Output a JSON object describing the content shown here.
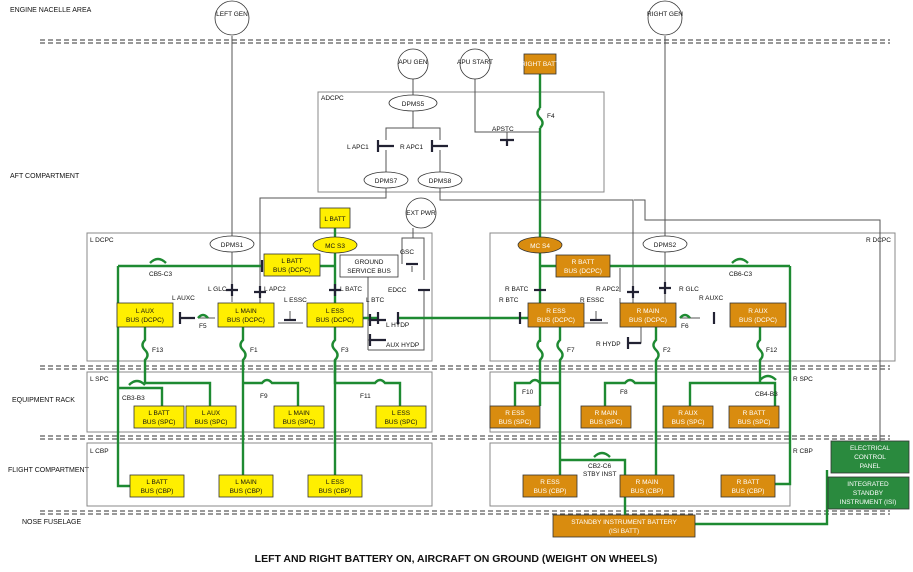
{
  "areas": [
    "ENGINE NACELLE AREA",
    "AFT COMPARTMENT",
    "EQUIPMENT RACK",
    "FLIGHT COMPARTMENT",
    "NOSE FUSELAGE"
  ],
  "sources": {
    "left_gen": "LEFT GEN",
    "right_gen": "RIGHT GEN",
    "apu_gen": "APU GEN",
    "apu_start": "APU START",
    "ext_pwr": "EXT PWR",
    "right_batt": "RIGHT BATT",
    "l_batt": "L BATT"
  },
  "panels": {
    "adcpc": "ADCPC",
    "l_dcpc": "L DCPC",
    "r_dcpc": "R DCPC",
    "l_spc": "L SPC",
    "r_spc": "R SPC",
    "l_cbp": "L CBP",
    "r_cbp": "R CBP"
  },
  "controllers": {
    "dpms5": "DPMS5",
    "dpms7": "DPMS7",
    "dpms8": "DPMS8",
    "dpms1": "DPMS1",
    "dpms2": "DPMS2",
    "mcs3": "MC S3",
    "mcs4": "MC S4"
  },
  "contactors": {
    "l_apc1": "L APC1",
    "r_apc1": "R APC1",
    "apstc": "APSTC",
    "l_glc": "L GLC",
    "l_apc2": "L APC2",
    "l_batc": "L BATC",
    "gsc": "GSC",
    "edcc": "EDCC",
    "l_btc": "L BTC",
    "l_auxc": "L AUXC",
    "l_essc": "L ESSC",
    "l_hydp": "L HYDP",
    "aux_hydp": "AUX HYDP",
    "r_batc": "R BATC",
    "r_btc": "R BTC",
    "r_essc": "R ESSC",
    "r_apc2": "R APC2",
    "r_glc": "R GLC",
    "r_auxc": "R AUXC",
    "r_hydp": "R HYDP"
  },
  "fuses": {
    "f1": "F1",
    "f2": "F2",
    "f3": "F3",
    "f4": "F4",
    "f5": "F5",
    "f6": "F6",
    "f7": "F7",
    "f8": "F8",
    "f9": "F9",
    "f10": "F10",
    "f11": "F11",
    "f12": "F12",
    "f13": "F13"
  },
  "breakers": {
    "cb5_c3": "CB5-C3",
    "cb6_c3": "CB6-C3",
    "cb3_b3": "CB3-B3",
    "cb4_b3": "CB4-B3",
    "cb2_c6": "CB2-C6",
    "stby_inst": "STBY INST"
  },
  "buses_dcpc": {
    "l_batt": [
      "L BATT",
      "BUS (DCPC)"
    ],
    "ground_service": [
      "GROUND",
      "SERVICE BUS"
    ],
    "l_aux": [
      "L AUX",
      "BUS (DCPC)"
    ],
    "l_main": [
      "L MAIN",
      "BUS (DCPC)"
    ],
    "l_ess": [
      "L ESS",
      "BUS (DCPC)"
    ],
    "r_batt": [
      "R BATT",
      "BUS (DCPC)"
    ],
    "r_ess": [
      "R ESS",
      "BUS (DCPC)"
    ],
    "r_main": [
      "R MAIN",
      "BUS (DCPC)"
    ],
    "r_aux": [
      "R AUX",
      "BUS (DCPC)"
    ]
  },
  "buses_spc": {
    "l_batt": [
      "L BATT",
      "BUS (SPC)"
    ],
    "l_aux": [
      "L AUX",
      "BUS (SPC)"
    ],
    "l_main": [
      "L MAIN",
      "BUS (SPC)"
    ],
    "l_ess": [
      "L ESS",
      "BUS (SPC)"
    ],
    "r_ess": [
      "R ESS",
      "BUS (SPC)"
    ],
    "r_main": [
      "R MAIN",
      "BUS (SPC)"
    ],
    "r_aux": [
      "R AUX",
      "BUS (SPC)"
    ],
    "r_batt": [
      "R BATT",
      "BUS (SPC)"
    ]
  },
  "buses_cbp": {
    "l_batt": [
      "L BATT",
      "BUS (CBP)"
    ],
    "l_main": [
      "L MAIN",
      "BUS (CBP)"
    ],
    "l_ess": [
      "L ESS",
      "BUS (CBP)"
    ],
    "r_ess": [
      "R ESS",
      "BUS (CBP)"
    ],
    "r_main": [
      "R MAIN",
      "BUS (CBP)"
    ],
    "r_batt": [
      "R BATT",
      "BUS (CBP)"
    ]
  },
  "equipment": {
    "ecp": [
      "ELECTRICAL",
      "CONTROL",
      "PANEL"
    ],
    "isi": [
      "INTEGRATED",
      "STANDBY",
      "INSTRUMENT (ISI)"
    ],
    "stby_batt": [
      "STANDBY INSTRUMENT BATTERY",
      "(ISI BATT)"
    ]
  },
  "caption": "LEFT AND RIGHT BATTERY ON, AIRCRAFT ON GROUND (WEIGHT ON WHEELS)",
  "colors": {
    "powered_wire": "#1e8a32",
    "left_bus": "#ffef00",
    "right_bus": "#d98c0f",
    "panel_fill": "#2a8a3e"
  }
}
